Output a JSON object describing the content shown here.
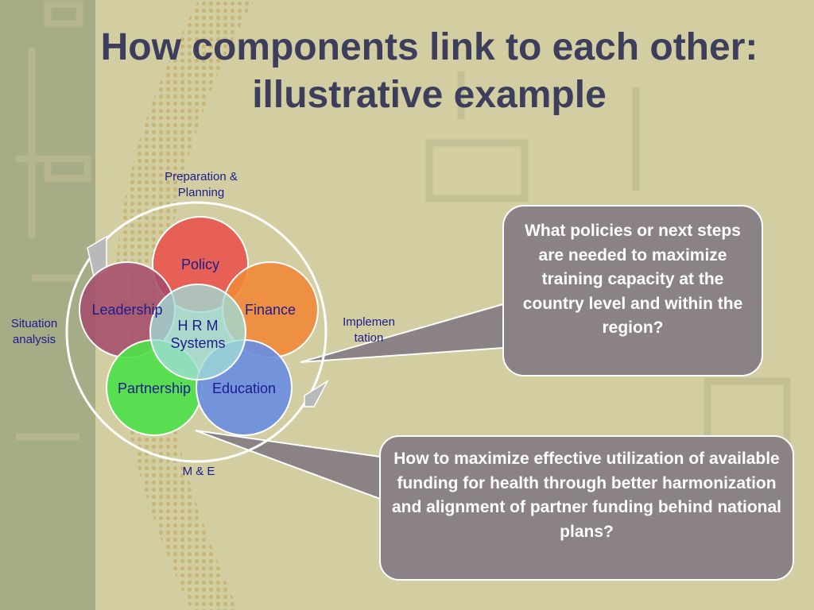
{
  "title": {
    "line1": "How components link to each other:",
    "line2": "illustrative example"
  },
  "cycle": {
    "top": "Preparation & Planning",
    "left": "Situation analysis",
    "right": "Implemen tation",
    "bottom": "M & E"
  },
  "components": {
    "policy": "Policy",
    "leadership": "Leadership",
    "finance": "Finance",
    "partnership": "Partnership",
    "education": "Education",
    "center": "H R M Systems"
  },
  "callouts": {
    "first": "What policies or next steps are needed to maximize training capacity at the country level and within the region?",
    "second": "How to maximize effective utilization of available funding for health through better harmonization and alignment of partner funding behind national plans?"
  },
  "colors": {
    "policy": "#e8574e",
    "leadership": "#a54a6a",
    "finance": "#f08a3a",
    "partnership": "#4fe04a",
    "education": "#6a8ee0",
    "center": "#9fdcd6",
    "callout": "#8a8285",
    "title": "#3d3d5c",
    "label": "#1c1c8c"
  }
}
